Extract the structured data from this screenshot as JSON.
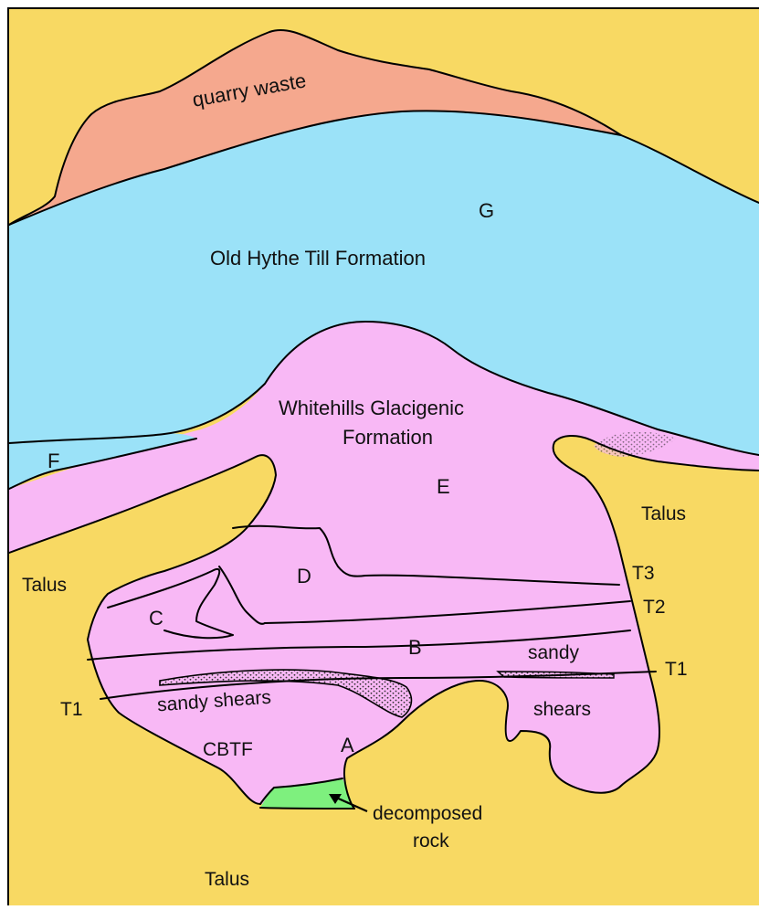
{
  "colors": {
    "talus": "#F8D963",
    "till": "#9BE2F8",
    "quarry_waste": "#F5A88E",
    "glacigenic": "#F8B8F5",
    "decomposed_rock": "#7EF07E",
    "line": "#000000",
    "stipple": "#333333"
  },
  "labels": {
    "quarry_waste": "quarry waste",
    "unit_g": "G",
    "old_hythe_till": "Old Hythe Till Formation",
    "whitehills_line1": "Whitehills Glacigenic",
    "whitehills_line2": "Formation",
    "unit_f": "F",
    "unit_e": "E",
    "talus_right": "Talus",
    "talus_left": "Talus",
    "talus_bottom": "Talus",
    "unit_d": "D",
    "t3": "T3",
    "unit_c": "C",
    "t2": "T2",
    "unit_b": "B",
    "sandy": "sandy",
    "t1_right": "T1",
    "t1_left": "T1",
    "sandy_shears": "sandy shears",
    "shears": "shears",
    "cbtf": "CBTF",
    "unit_a": "A",
    "decomposed_line1": "decomposed",
    "decomposed_line2": "rock"
  }
}
